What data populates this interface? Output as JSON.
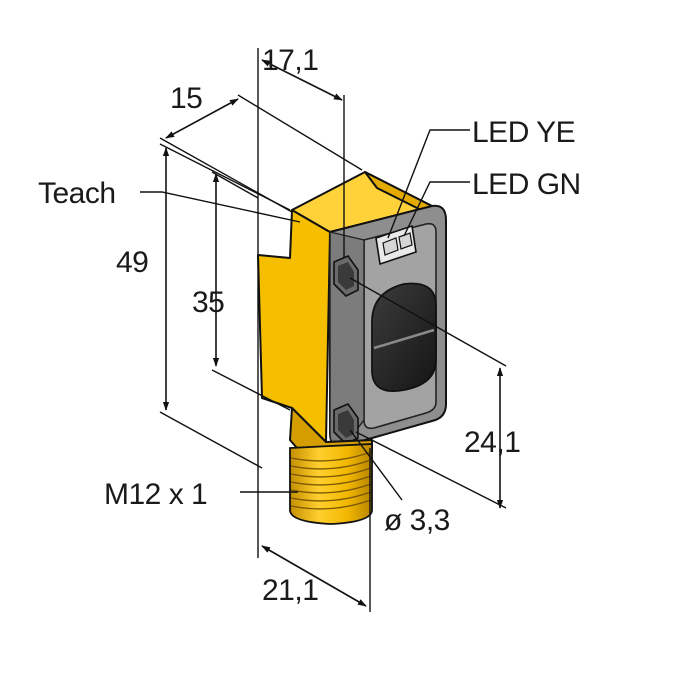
{
  "drawing": {
    "labels": {
      "dim_top": "17,1",
      "dim_depth": "15",
      "teach": "Teach",
      "dim_height_total": "49",
      "dim_height_body": "35",
      "led_ye": "LED YE",
      "led_gn": "LED GN",
      "dim_hole_spacing": "24,1",
      "thread": "M12 x 1",
      "hole": "ø 3,3",
      "dim_bottom": "21,1"
    },
    "colors": {
      "housing_yellow": "#f5bf00",
      "housing_yellow_dark": "#d49e00",
      "housing_yellow_light": "#ffd23a",
      "face_gray": "#8e8e8e",
      "face_gray_dark": "#6e6e6e",
      "lens_dark": "#262626",
      "outline": "#111111"
    }
  }
}
